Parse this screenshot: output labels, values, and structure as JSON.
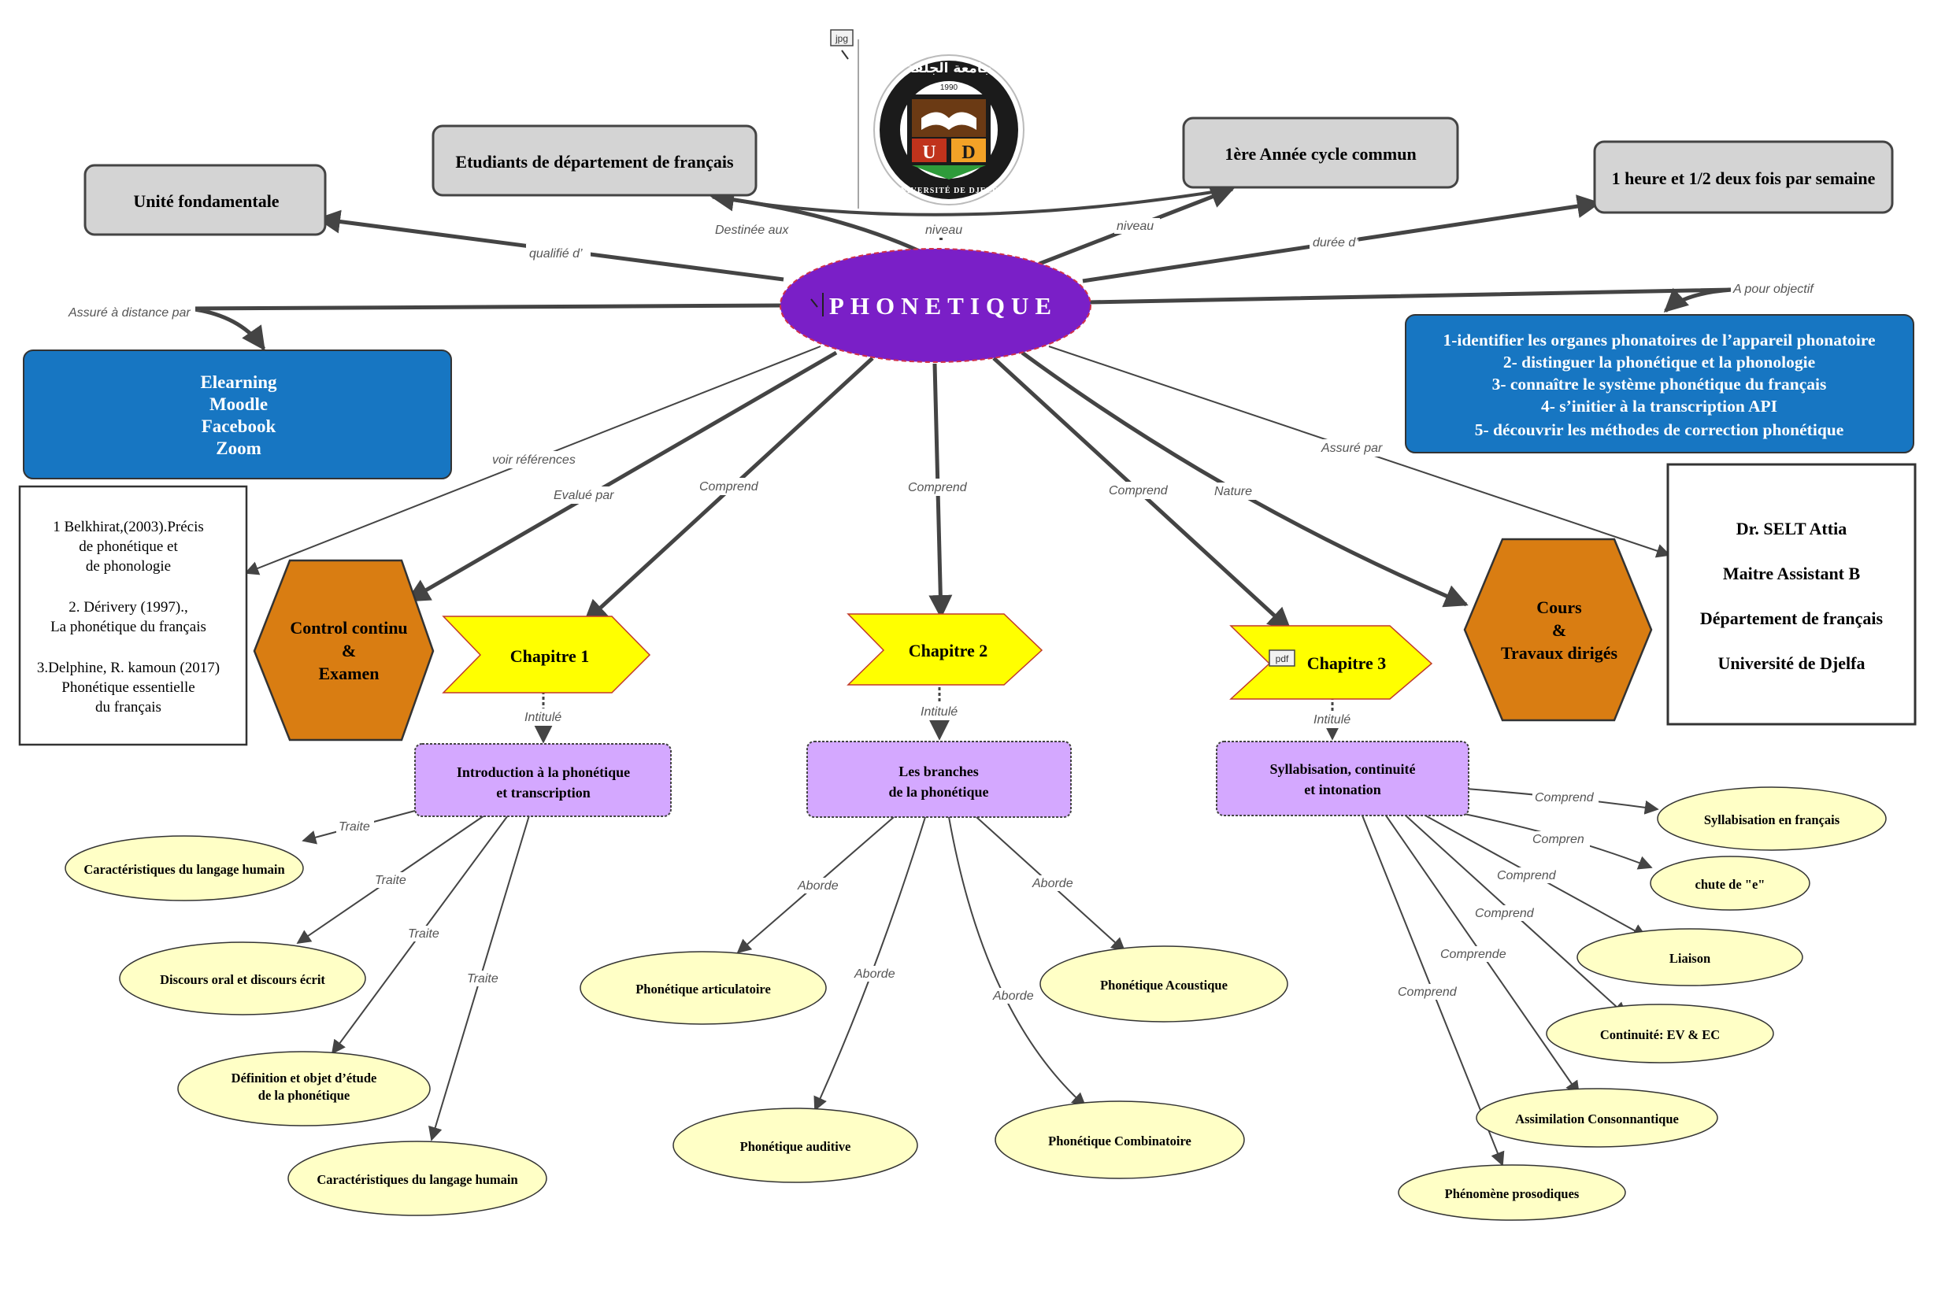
{
  "center": {
    "title": "PHONETIQUE"
  },
  "nodes": {
    "unite": "Unité fondamentale",
    "etudiants": "Etudiants de département de français",
    "annee": "1ère Année cycle commun",
    "duree": "1 heure et 1/2 deux fois par semaine",
    "elearning": [
      "Elearning",
      "Moodle",
      "Facebook",
      "Zoom"
    ],
    "objectifs": [
      "1-identifier les organes phonatoires de l’appareil phonatoire",
      "2- distinguer la phonétique et la phonologie",
      "3- connaître le système phonétique du français",
      "4- s’initier à la transcription API",
      "5- découvrir les méthodes de correction phonétique"
    ],
    "references": [
      "1 Belkhirat,(2003).Précis",
      "de phonétique et",
      "de phonologie",
      "",
      "2. Dérivery (1997).,",
      "La phonétique du français",
      "",
      "3.Delphine, R. kamoun (2017)",
      "Phonétique essentielle",
      "du français"
    ],
    "enseignant": [
      "Dr. SELT Attia",
      "Maitre Assistant B",
      "Département de français",
      "Université de Djelfa"
    ],
    "control": [
      "Control continu",
      "&",
      "Examen"
    ],
    "cours": [
      "Cours",
      "&",
      "Travaux dirigés"
    ],
    "chapitre1": "Chapitre 1",
    "chapitre2": "Chapitre 2",
    "chapitre3": "Chapitre 3",
    "titre1": [
      "Introduction à la phonétique",
      "et transcription"
    ],
    "titre2": [
      "Les branches",
      "de la phonétique"
    ],
    "titre3": [
      "Syllabisation, continuité",
      "et intonation"
    ]
  },
  "leaves": {
    "ch1": [
      "Caractéristiques du langage humain",
      "Discours oral et discours écrit",
      [
        "Définition et objet d’étude",
        "de la phonétique"
      ],
      "Caractéristiques du langage humain"
    ],
    "ch2": [
      "Phonétique articulatoire",
      "Phonétique auditive",
      "Phonétique Combinatoire",
      "Phonétique Acoustique"
    ],
    "ch3": [
      "Syllabisation en français",
      "chute de \"e\"",
      "Liaison",
      "Continuité: EV & EC",
      "Assimilation Consonnantique",
      "Phénomène prosodiques"
    ]
  },
  "links": {
    "qualifie": "qualifié d’",
    "destinee": "Destinée aux",
    "niveau1": "niveau",
    "niveau2": "niveau",
    "duree": "durée d’",
    "objectif": "A pour objectif",
    "assure_distance": "Assuré à distance par",
    "voir_ref": "voir références",
    "evalue": "Evalué par",
    "comprend1": "Comprend",
    "comprend2": "Comprend",
    "comprend3": "Comprend",
    "nature": "Nature",
    "assure_par": "Assuré par",
    "intitule1": "Intitulé",
    "intitule2": "Intitulé",
    "intitule3": "Intitulé",
    "traite": "Traite",
    "aborde": "Aborde",
    "ch3_links": [
      "Comprend",
      "Compren",
      "Comprend",
      "Comprend",
      "Comprende",
      "Comprend"
    ]
  },
  "logo": {
    "arabic": "جامعة الجلفة",
    "year": "1990",
    "latin": "UNIVERSITÉ DE DJELFA",
    "letters": [
      "U",
      "D"
    ]
  },
  "badges": {
    "jpg": "jpg",
    "pdf": "pdf"
  },
  "colors": {
    "center": "#7a1fc7",
    "gray": "#d4d4d4",
    "blue": "#1776c2",
    "orange": "#d97d12",
    "yellow": "#ffff00",
    "lilac": "#d4a8ff",
    "leaf": "#ffffc6"
  }
}
